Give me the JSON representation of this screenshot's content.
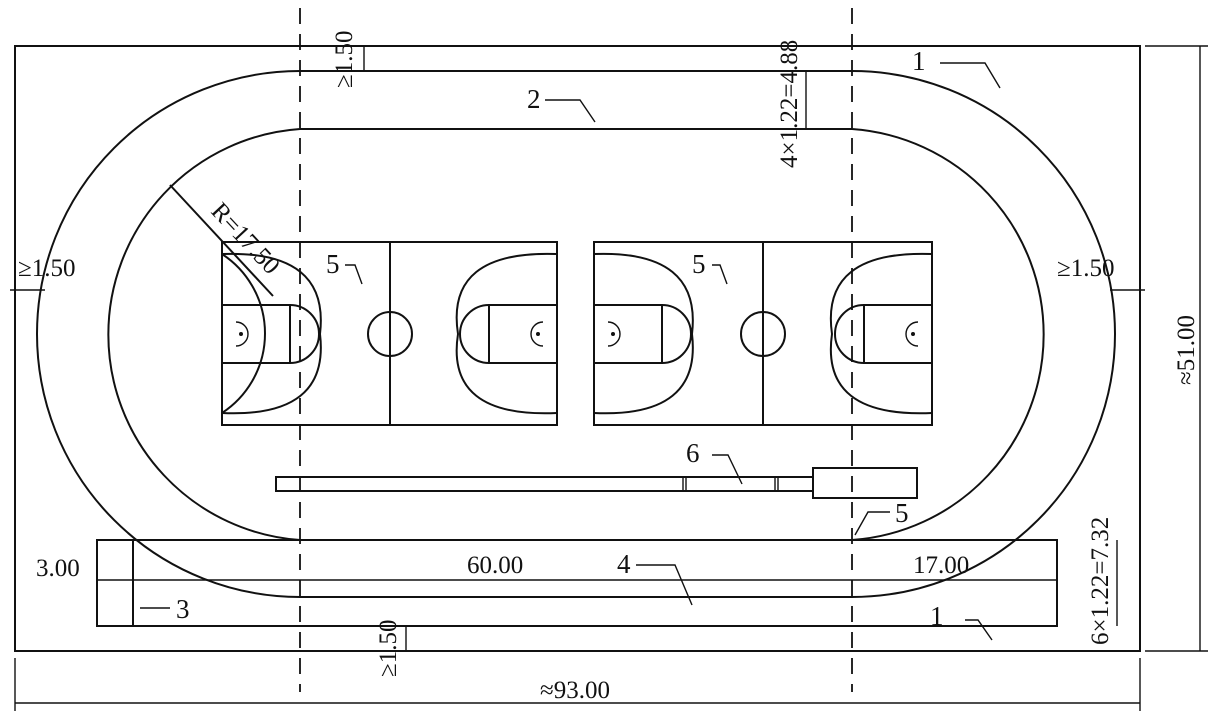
{
  "labels": {
    "outer_track": "1",
    "inner_edge": "2",
    "straight_start": "3",
    "straight_lanes": "4",
    "finish_point": "5",
    "court": "5",
    "long_jump": "6"
  },
  "dimensions": {
    "top_clearance": "≥1.50",
    "bottom_clearance": "≥1.50",
    "left_clearance": "≥1.50",
    "right_clearance": "≥1.50",
    "radius": "R=17.50",
    "lanes_top": "4×1.22=4.88",
    "lanes_straight": "6×1.22=7.32",
    "height_total": "≈51.00",
    "width_total": "≈93.00",
    "start_zone": "3.00",
    "straight_length": "60.00",
    "run_out": "17.00"
  }
}
